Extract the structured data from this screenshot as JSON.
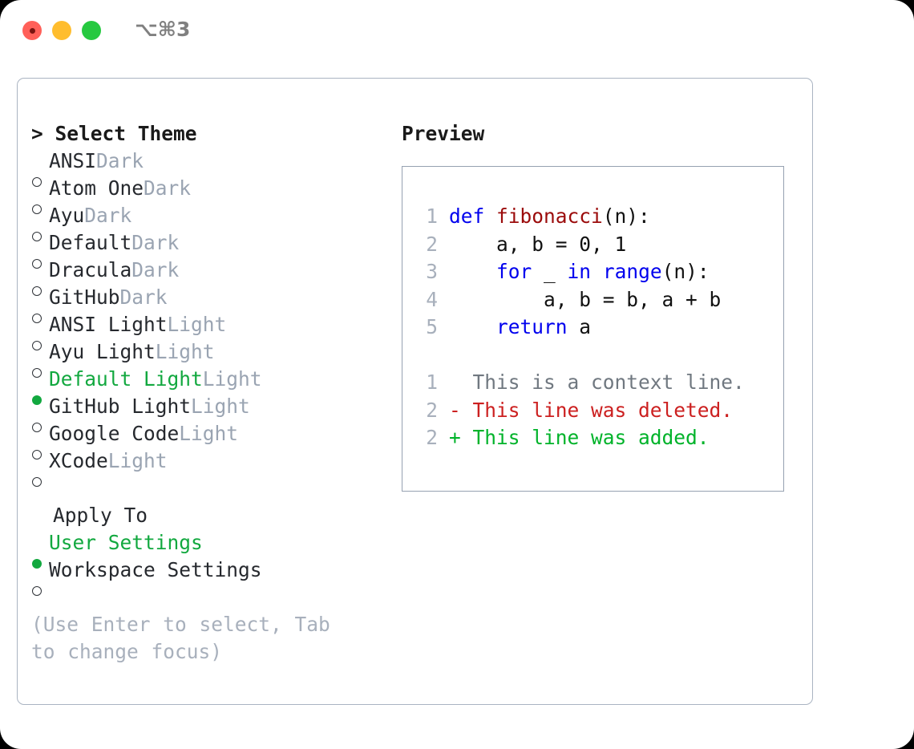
{
  "titlebar": {
    "traffic_lights": [
      {
        "name": "close",
        "color": "#ff6059"
      },
      {
        "name": "minimize",
        "color": "#ffbd2e"
      },
      {
        "name": "maximize",
        "color": "#26c940"
      }
    ],
    "shortcut": "⌥⌘3"
  },
  "theme_picker": {
    "header": "> Select Theme",
    "selected_theme": "Default Light",
    "items": [
      {
        "marker": "○",
        "name": "ANSI",
        "kind": "Dark",
        "selected": false
      },
      {
        "marker": "○",
        "name": "Atom One",
        "kind": "Dark",
        "selected": false
      },
      {
        "marker": "○",
        "name": "Ayu",
        "kind": "Dark",
        "selected": false
      },
      {
        "marker": "○",
        "name": "Default",
        "kind": "Dark",
        "selected": false
      },
      {
        "marker": "○",
        "name": "Dracula",
        "kind": "Dark",
        "selected": false
      },
      {
        "marker": "○",
        "name": "GitHub",
        "kind": "Dark",
        "selected": false
      },
      {
        "marker": "○",
        "name": "ANSI Light",
        "kind": "Light",
        "selected": false
      },
      {
        "marker": "○",
        "name": "Ayu Light",
        "kind": "Light",
        "selected": false
      },
      {
        "marker": "●",
        "name": "Default Light",
        "kind": "Light",
        "selected": true
      },
      {
        "marker": "○",
        "name": "GitHub Light",
        "kind": "Light",
        "selected": false
      },
      {
        "marker": "○",
        "name": "Google Code",
        "kind": "Light",
        "selected": false
      },
      {
        "marker": "○",
        "name": "XCode",
        "kind": "Light",
        "selected": false
      }
    ]
  },
  "apply_to": {
    "header": "Apply To",
    "selected_option": "User Settings",
    "options": [
      {
        "marker": "●",
        "label": "User Settings",
        "selected": true
      },
      {
        "marker": "○",
        "label": "Workspace Settings",
        "selected": false
      }
    ]
  },
  "hint": "(Use Enter to select, Tab to change focus)",
  "preview": {
    "title": "Preview",
    "code_lines": [
      {
        "num": "1",
        "tokens": [
          {
            "text": "def ",
            "style": "kw"
          },
          {
            "text": "fibonacci",
            "style": "fname"
          },
          {
            "text": "(n):",
            "style": "plain"
          }
        ]
      },
      {
        "num": "2",
        "tokens": [
          {
            "text": "    a, b = 0, 1",
            "style": "plain"
          }
        ]
      },
      {
        "num": "3",
        "tokens": [
          {
            "text": "    ",
            "style": "plain"
          },
          {
            "text": "for",
            "style": "kw"
          },
          {
            "text": " _ ",
            "style": "plain"
          },
          {
            "text": "in",
            "style": "kw"
          },
          {
            "text": " ",
            "style": "plain"
          },
          {
            "text": "range",
            "style": "kw"
          },
          {
            "text": "(n):",
            "style": "plain"
          }
        ]
      },
      {
        "num": "4",
        "tokens": [
          {
            "text": "        a, b = b, a + b",
            "style": "plain"
          }
        ]
      },
      {
        "num": "5",
        "tokens": [
          {
            "text": "    ",
            "style": "plain"
          },
          {
            "text": "return",
            "style": "kw"
          },
          {
            "text": " a",
            "style": "plain"
          }
        ]
      }
    ],
    "diff_lines": [
      {
        "num": "1",
        "sign": " ",
        "text": "  This is a context line.",
        "style": "ctx"
      },
      {
        "num": "2",
        "sign": "-",
        "text": "- This line was deleted.",
        "style": "del"
      },
      {
        "num": "2",
        "sign": "+",
        "text": "+ This line was added.",
        "style": "add"
      }
    ]
  },
  "colors": {
    "accent_green": "#12a83f",
    "diff_add_green": "#00b32a",
    "diff_del_red": "#cc2020",
    "keyword_blue": "#0000ee",
    "function_red": "#9b0b0b",
    "muted_gray": "#9aa4b2",
    "panel_border": "#aab4c2"
  }
}
